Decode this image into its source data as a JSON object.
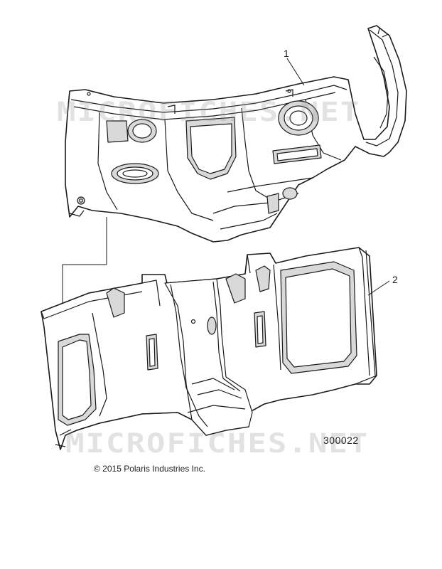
{
  "callouts": [
    {
      "number": "1",
      "part": "dashboard-panel"
    },
    {
      "number": "2",
      "part": "floor-panel"
    }
  ],
  "figure_number": "300022",
  "copyright": "© 2015 Polaris Industries Inc.",
  "watermark": "MICROFICHES.NET",
  "colors": {
    "line": "#1a1a1a",
    "shade": "#d9d9d9",
    "fill": "#ffffff",
    "background": "#ffffff"
  }
}
